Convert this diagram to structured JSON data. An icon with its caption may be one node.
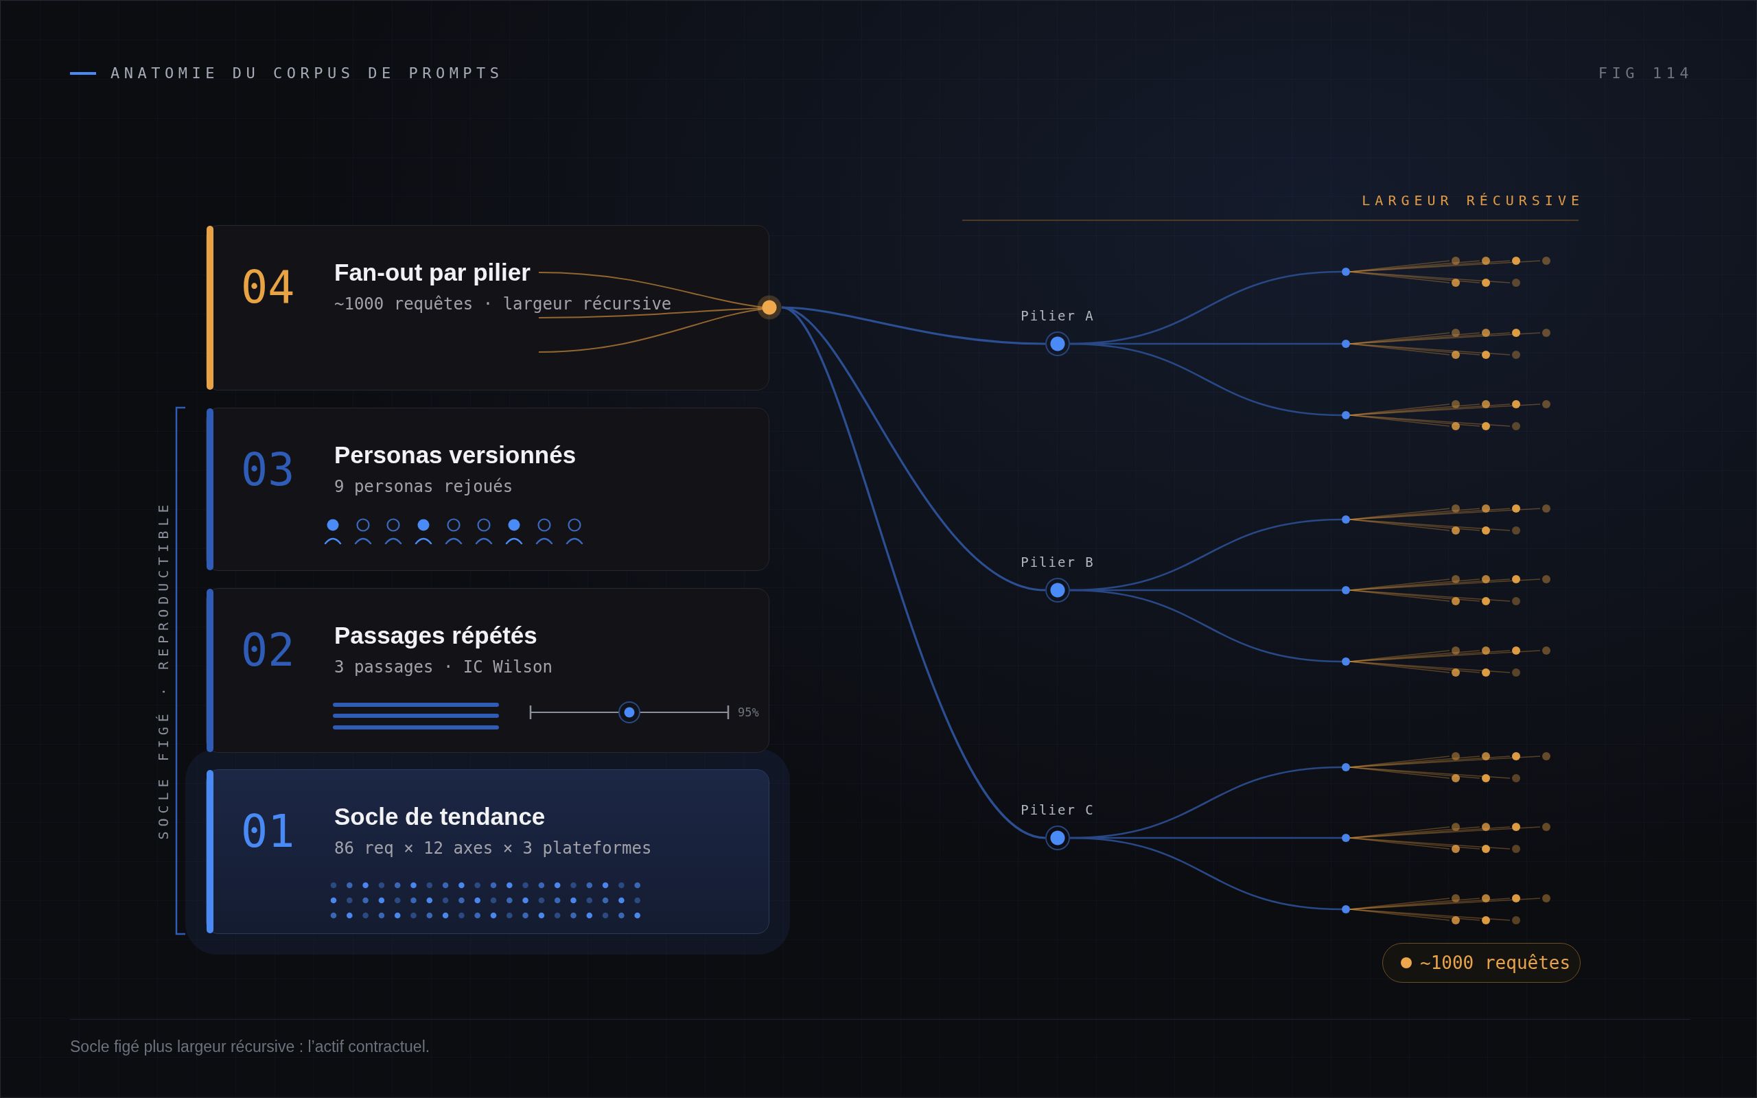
{
  "diagram": {
    "title": "ANATOMIE DU CORPUS DE PROMPTS",
    "caption": "Socle figé plus largeur récursive : l’actif contractuel.",
    "nodes": [
      {
        "text": [
          "04",
          "Fan-out par pilier",
          "~1000 requêtes · largeur récursive"
        ]
      },
      {
        "text": [
          "03",
          "Personas versionnés",
          "9 personas rejoués"
        ]
      },
      {
        "text": [
          "02",
          "Passages répétés",
          "3 passages · IC Wilson",
          "95%"
        ]
      },
      {
        "text": [
          "01",
          "Socle de tendance",
          "86 req × 12 axes × 3 plateformes"
        ]
      },
      {
        "text": [],
        "shape": "circle"
      },
      {
        "text": [],
        "shape": "circle",
        "beside": [
          "Pilier A"
        ]
      },
      {
        "text": [],
        "shape": "circle",
        "beside": [
          "Pilier B"
        ]
      },
      {
        "text": [],
        "shape": "circle",
        "beside": [
          "Pilier C"
        ]
      },
      {
        "text": [],
        "shape": "circle"
      },
      {
        "text": [],
        "shape": "circle"
      },
      {
        "text": [],
        "shape": "circle"
      },
      {
        "text": [],
        "shape": "circle"
      },
      {
        "text": [],
        "shape": "circle"
      },
      {
        "text": [],
        "shape": "circle"
      },
      {
        "text": [],
        "shape": "circle"
      },
      {
        "text": [],
        "shape": "circle"
      },
      {
        "text": [],
        "shape": "circle"
      }
    ],
    "edges": [
      {
        "from": 4,
        "to": 5,
        "arrow": "none"
      },
      {
        "from": 4,
        "to": 6,
        "arrow": "none"
      },
      {
        "from": 4,
        "to": 7,
        "arrow": "none"
      },
      {
        "from": 5,
        "to": 8,
        "arrow": "none"
      },
      {
        "from": 5,
        "to": 9,
        "arrow": "none"
      },
      {
        "from": 5,
        "to": 10,
        "arrow": "none"
      },
      {
        "from": 6,
        "to": 11,
        "arrow": "none"
      },
      {
        "from": 6,
        "to": 12,
        "arrow": "none"
      },
      {
        "from": 6,
        "to": 13,
        "arrow": "none"
      },
      {
        "from": 7,
        "to": 14,
        "arrow": "none"
      },
      {
        "from": 7,
        "to": 15,
        "arrow": "none"
      },
      {
        "from": 7,
        "to": 16,
        "arrow": "none"
      }
    ],
    "labels": [
      "FIG 114",
      "LARGEUR RÉCURSIVE",
      "SOCLE FIGÉ · REPRODUCTIBLE"
    ],
    "legend": [
      {
        "text": "~1000 requêtes",
        "color": "#eca64c"
      }
    ]
  }
}
